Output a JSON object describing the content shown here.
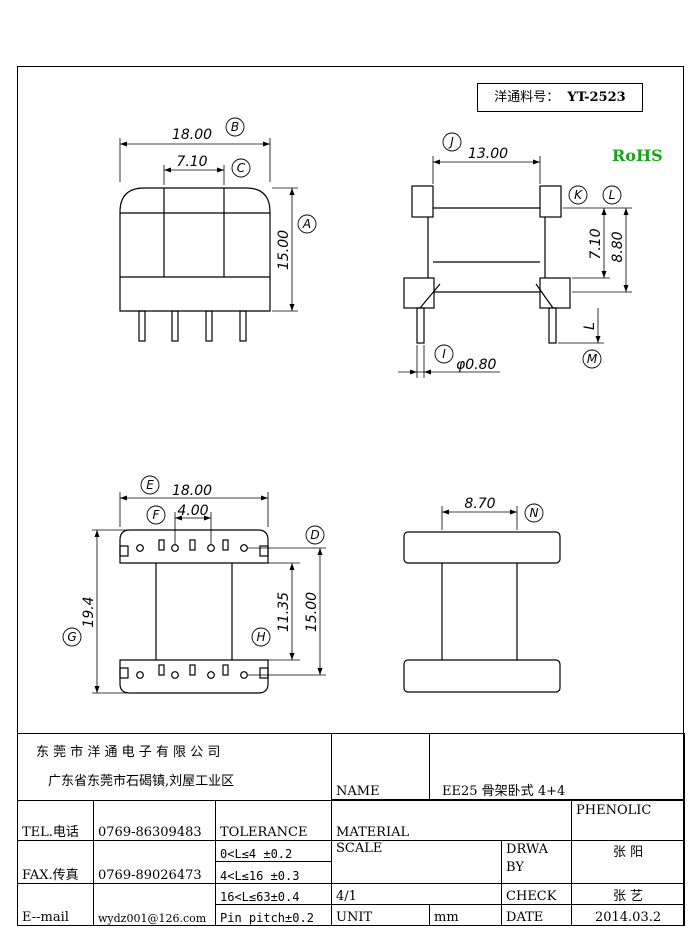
{
  "header": {
    "part_label": "洋通料号：",
    "part_number": "YT-2523",
    "rohs": "RoHS"
  },
  "dims": {
    "a": "15.00",
    "b": "18.00",
    "c": "7.10",
    "j": "13.00",
    "k_l_1": "7.10",
    "k_l_2": "8.80",
    "l": "L",
    "i": "φ0.80",
    "e": "18.00",
    "f": "4.00",
    "g": "19.4",
    "h": "11.35",
    "d": "15.00",
    "n": "8.70"
  },
  "callouts": [
    "A",
    "B",
    "C",
    "J",
    "K",
    "L",
    "I",
    "M",
    "E",
    "F",
    "D",
    "G",
    "H",
    "N"
  ],
  "title_block": {
    "company": "东 莞 市 洋 通 电 子 有 限 公 司",
    "address": "广东省东莞市石碣镇,刘屋工业区",
    "name_label": "NAME",
    "name_value": "EE25 骨架卧式 4+4",
    "tel_label": "TEL.电话",
    "tel_value": "0769-86309483",
    "fax_label": "FAX.传真",
    "fax_value": "0769-89026473",
    "email_label": "E--mail",
    "email_value": "wydz001@126.com",
    "tolerance_label": "TOLERANCE",
    "tol_1": "0<L≤4   ±0.2",
    "tol_2": "4<L≤16  ±0.3",
    "tol_3": "16<L≤63±0.4",
    "tol_4": "Pin pitch±0.2",
    "material_label": "MATERIAL",
    "material_value": "PHENOLIC",
    "scale_label": "SCALE",
    "scale_value": "4/1",
    "drawn_label_1": "DRWA",
    "drawn_label_2": "BY",
    "drawn_value": "张 阳",
    "check_label": "CHECK",
    "check_value": "张 艺",
    "unit_label": "UNIT",
    "unit_value": "mm",
    "date_label": "DATE",
    "date_value": "2014.03.2"
  }
}
